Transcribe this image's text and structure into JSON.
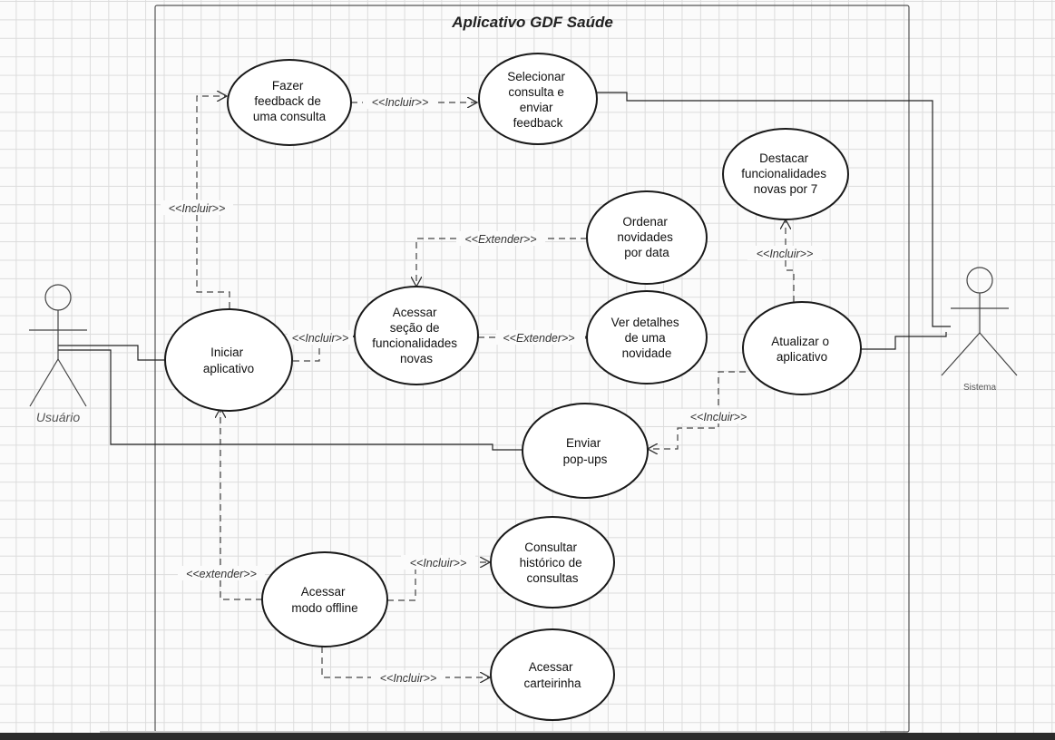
{
  "diagram": {
    "title": "Aplicativo GDF Saúde",
    "actors": {
      "user": "Usuário",
      "system": "Sistema"
    },
    "use_cases": {
      "feedback": [
        "Fazer",
        "feedback de",
        "uma consulta"
      ],
      "selecionar": [
        "Selecionar",
        "consulta e",
        "enviar",
        "feedback"
      ],
      "destacar": [
        "Destacar",
        "funcionalidades",
        "novas por 7"
      ],
      "ordenar": [
        "Ordenar",
        "novidades",
        "por data"
      ],
      "acessar_secao": [
        "Acessar",
        "seção de",
        "funcionalidades",
        "novas"
      ],
      "ver_detalhes": [
        "Ver detalhes",
        "de uma",
        "novidade"
      ],
      "iniciar": [
        "Iniciar",
        "aplicativo"
      ],
      "atualizar": [
        "Atualizar o",
        "aplicativo"
      ],
      "popups": [
        "Enviar",
        "pop-ups"
      ],
      "historico": [
        "Consultar",
        "histórico de",
        "consultas"
      ],
      "offline": [
        "Acessar",
        "modo offline"
      ],
      "carteirinha": [
        "Acessar",
        "carteirinha"
      ]
    },
    "relations": {
      "incluir_feedback_selecionar": "<<Incluir>>",
      "incluir_iniciar_feedback": "<<Incluir>>",
      "extender_ordenar": "<<Extender>>",
      "extender_detalhes": "<<Extender>>",
      "incluir_iniciar_secao": "<<Incluir>>",
      "incluir_atualizar_destacar": "<<Incluir>>",
      "incluir_atualizar_popups": "<<Incluir>>",
      "extender_offline_iniciar": "<<extender>>",
      "incluir_offline_historico": "<<Incluir>>",
      "incluir_offline_carteirinha": "<<Incluir>>"
    }
  },
  "colors": {
    "line": "#222222",
    "dashed": "#444444",
    "grid": "#dcdcdc",
    "background": "#fbfbfb"
  }
}
